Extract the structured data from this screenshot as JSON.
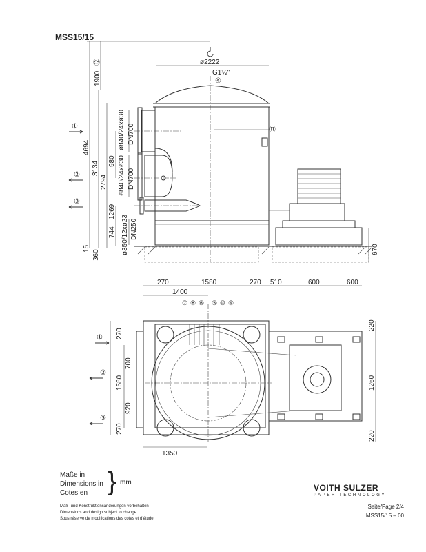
{
  "header": {
    "title": "MSS15/15"
  },
  "elevation": {
    "diameter": "ø2222",
    "thread": "G1½\"",
    "callouts": {
      "c4": "④",
      "c11": "⑪",
      "c12": "⑫"
    },
    "dims": {
      "total": "4694",
      "d3134": "3134",
      "d2794": "2794",
      "d1900": "1900",
      "d980": "980",
      "d1269": "1269",
      "d744": "744",
      "d15": "15",
      "d360": "360",
      "d670": "670"
    },
    "flanges": {
      "f1": "ø840/24xø30",
      "dn1": "DN700",
      "f2": "ø840/24xø30",
      "dn2": "DN700",
      "f3": "ø350/12xø23",
      "dn3": "DN250"
    },
    "arrows": [
      "①",
      "②",
      "③"
    ]
  },
  "plan": {
    "top_dims": [
      "270",
      "1580",
      "270",
      "510",
      "600",
      "600"
    ],
    "d1400": "1400",
    "callouts": [
      "⑦",
      "⑧",
      "⑥",
      "⑤",
      "⑩",
      "⑨"
    ],
    "left_dims": [
      "270",
      "700",
      "1580",
      "920",
      "270"
    ],
    "right_dims": [
      "220",
      "1260",
      "220"
    ],
    "bottom_dim": "1350",
    "arrows": [
      "①",
      "②",
      "③"
    ]
  },
  "footer": {
    "units": [
      "Maße in",
      "Dimensions in",
      "Cotes en"
    ],
    "unit": "mm",
    "notes": [
      "Maß- und Konstruktionsänderungen vorbehalten",
      "Dimensions and design subject to change",
      "Sous réserve de modifications des cotes et d'étude"
    ],
    "brand": "VOITH SULZER",
    "brand_sub": "PAPER TECHNOLOGY",
    "page": "Seite/Page 2/4",
    "doc": "MSS15/15 – 00"
  }
}
